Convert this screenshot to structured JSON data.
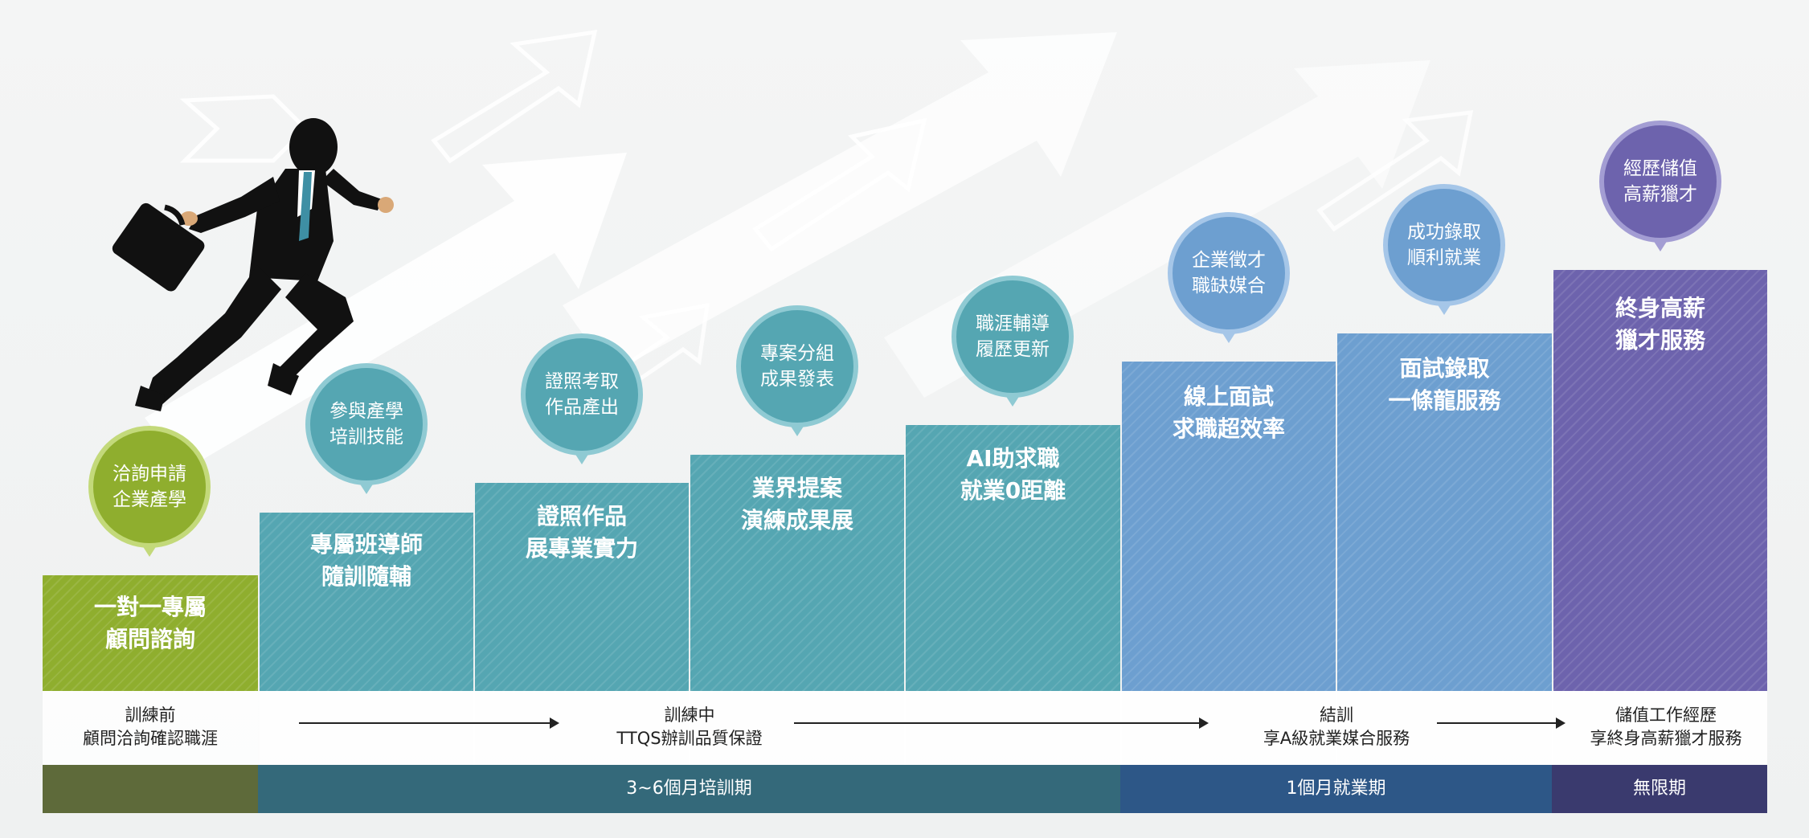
{
  "colors": {
    "lime": "#8fae2e",
    "teal": "#55a6b2",
    "blue": "#6d9fd0",
    "purple": "#6d63ad",
    "phase_olive": "#5e6a3a",
    "phase_teal": "#34697a",
    "phase_blue": "#2d5787",
    "phase_purple": "#3a3a6e"
  },
  "illustration": {
    "figure": "running-businessman-with-briefcase",
    "background": "white-upward-arrows"
  },
  "steps": [
    {
      "line1": "一對一專屬",
      "line2": "顧問諮詢",
      "bubble1": "洽詢申請",
      "bubble2": "企業產學"
    },
    {
      "line1": "專屬班導師",
      "line2": "隨訓隨輔",
      "bubble1": "參與產學",
      "bubble2": "培訓技能"
    },
    {
      "line1": "證照作品",
      "line2": "展專業實力",
      "bubble1": "證照考取",
      "bubble2": "作品產出"
    },
    {
      "line1": "業界提案",
      "line2": "演練成果展",
      "bubble1": "專案分組",
      "bubble2": "成果發表"
    },
    {
      "line1": "AI助求職",
      "line2": "就業0距離",
      "bubble1": "職涯輔導",
      "bubble2": "履歷更新"
    },
    {
      "line1": "線上面試",
      "line2": "求職超效率",
      "bubble1": "企業徵才",
      "bubble2": "職缺媒合"
    },
    {
      "line1": "面試錄取",
      "line2": "一條龍服務",
      "bubble1": "成功錄取",
      "bubble2": "順利就業"
    },
    {
      "line1": "終身高薪",
      "line2": "獵才服務",
      "bubble1": "經歷儲值",
      "bubble2": "高薪獵才"
    }
  ],
  "stages": [
    {
      "line1": "訓練前",
      "line2": "顧問洽詢確認職涯"
    },
    {
      "line1": "訓練中",
      "line2": "TTQS辦訓品質保證"
    },
    {
      "line1": "結訓",
      "line2": "享A級就業媒合服務"
    },
    {
      "line1": "儲值工作經歷",
      "line2": "享終身高薪獵才服務"
    }
  ],
  "phases": [
    {
      "label": ""
    },
    {
      "label": "3~6個月培訓期"
    },
    {
      "label": "1個月就業期"
    },
    {
      "label": "無限期"
    }
  ]
}
